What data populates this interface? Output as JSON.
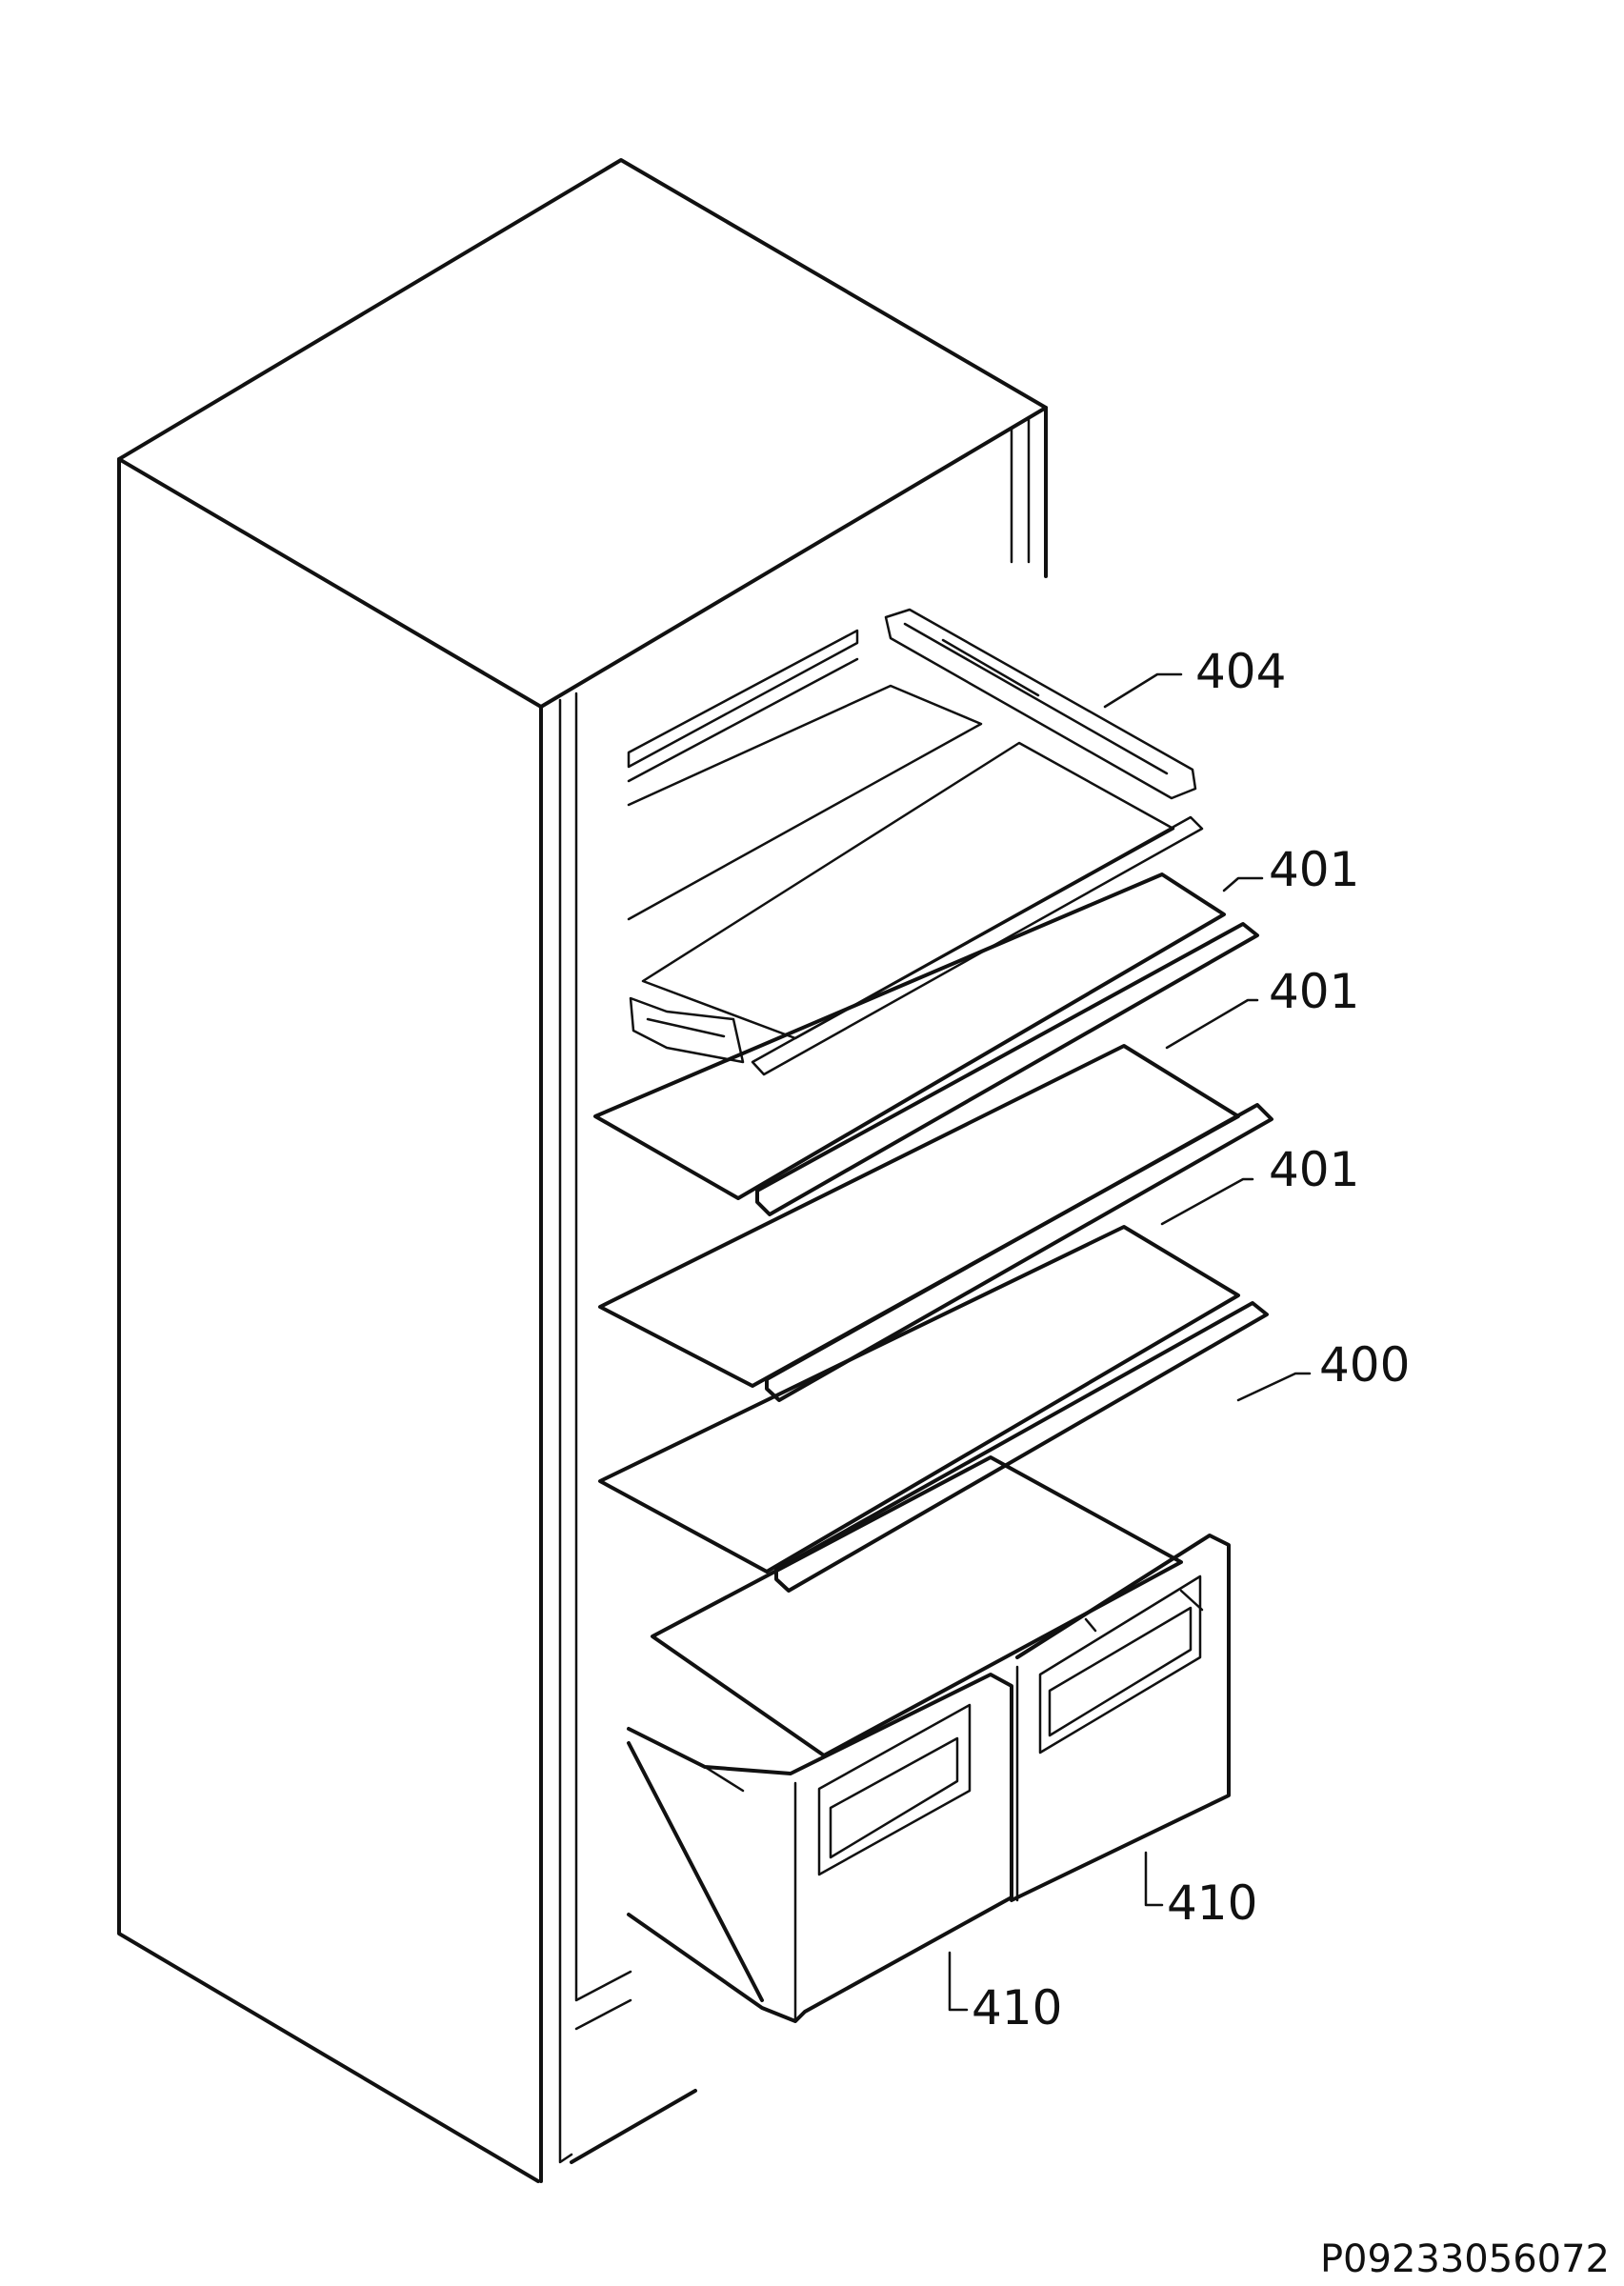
{
  "callouts": [
    {
      "id": "404",
      "label": "404"
    },
    {
      "id": "401a",
      "label": "401"
    },
    {
      "id": "401b",
      "label": "401"
    },
    {
      "id": "401c",
      "label": "401"
    },
    {
      "id": "400",
      "label": "400"
    },
    {
      "id": "410a",
      "label": "410"
    },
    {
      "id": "410b",
      "label": "410"
    }
  ],
  "drawing_code": "P09233056072"
}
